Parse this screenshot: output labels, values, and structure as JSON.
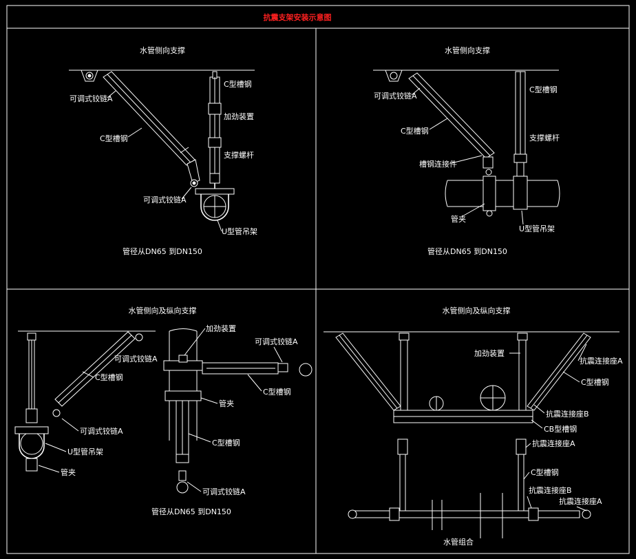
{
  "title": "抗震支架安装示意图",
  "panels": {
    "p1": {
      "title": "水管侧向支撑",
      "labels": {
        "hinge_a_top": "可调式铰链A",
        "c_channel_left": "C型槽钢",
        "c_channel_right": "C型槽钢",
        "reinforce": "加劲装置",
        "rod": "支撑螺杆",
        "hinge_a_bottom": "可调式铰链A",
        "u_hanger": "U型管吊架"
      },
      "caption": "管径从DN65 到DN150"
    },
    "p2": {
      "title": "水管侧向支撑",
      "labels": {
        "hinge_a": "可调式铰链A",
        "c_channel_left": "C型槽钢",
        "c_channel_right": "C型槽钢",
        "rod": "支撑螺杆",
        "connector": "槽钢连接件",
        "clamp": "管夹",
        "u_hanger": "U型管吊架"
      },
      "caption": "管径从DN65 到DN150"
    },
    "p3": {
      "title": "水管侧向及纵向支撑",
      "labels": {
        "hinge_a_top": "可调式铰链A",
        "c_channel": "C型槽钢",
        "hinge_a_mid": "可调式铰链A",
        "u_hanger": "U型管吊架",
        "clamp_left": "管夹",
        "reinforce": "加劲装置",
        "hinge_a_right": "可调式铰链A",
        "c_channel_right": "C型槽钢",
        "clamp_right": "管夹",
        "c_channel_bottom": "C型槽钢",
        "hinge_a_bottom": "可调式铰链A"
      },
      "caption": "管径从DN65 到DN150"
    },
    "p4": {
      "title": "水管侧向及纵向支撑",
      "labels": {
        "reinforce": "加劲装置",
        "seat_a_top": "抗震连接座A",
        "c_channel_top": "C型槽钢",
        "seat_b_top": "抗震连接座B",
        "cb_channel": "CB型槽钢",
        "seat_a_mid": "抗震连接座A",
        "c_channel_mid": "C型槽钢",
        "seat_b_bottom": "抗震连接座B",
        "seat_a_bottom": "抗震连接座A"
      },
      "caption": "水管组合"
    }
  }
}
